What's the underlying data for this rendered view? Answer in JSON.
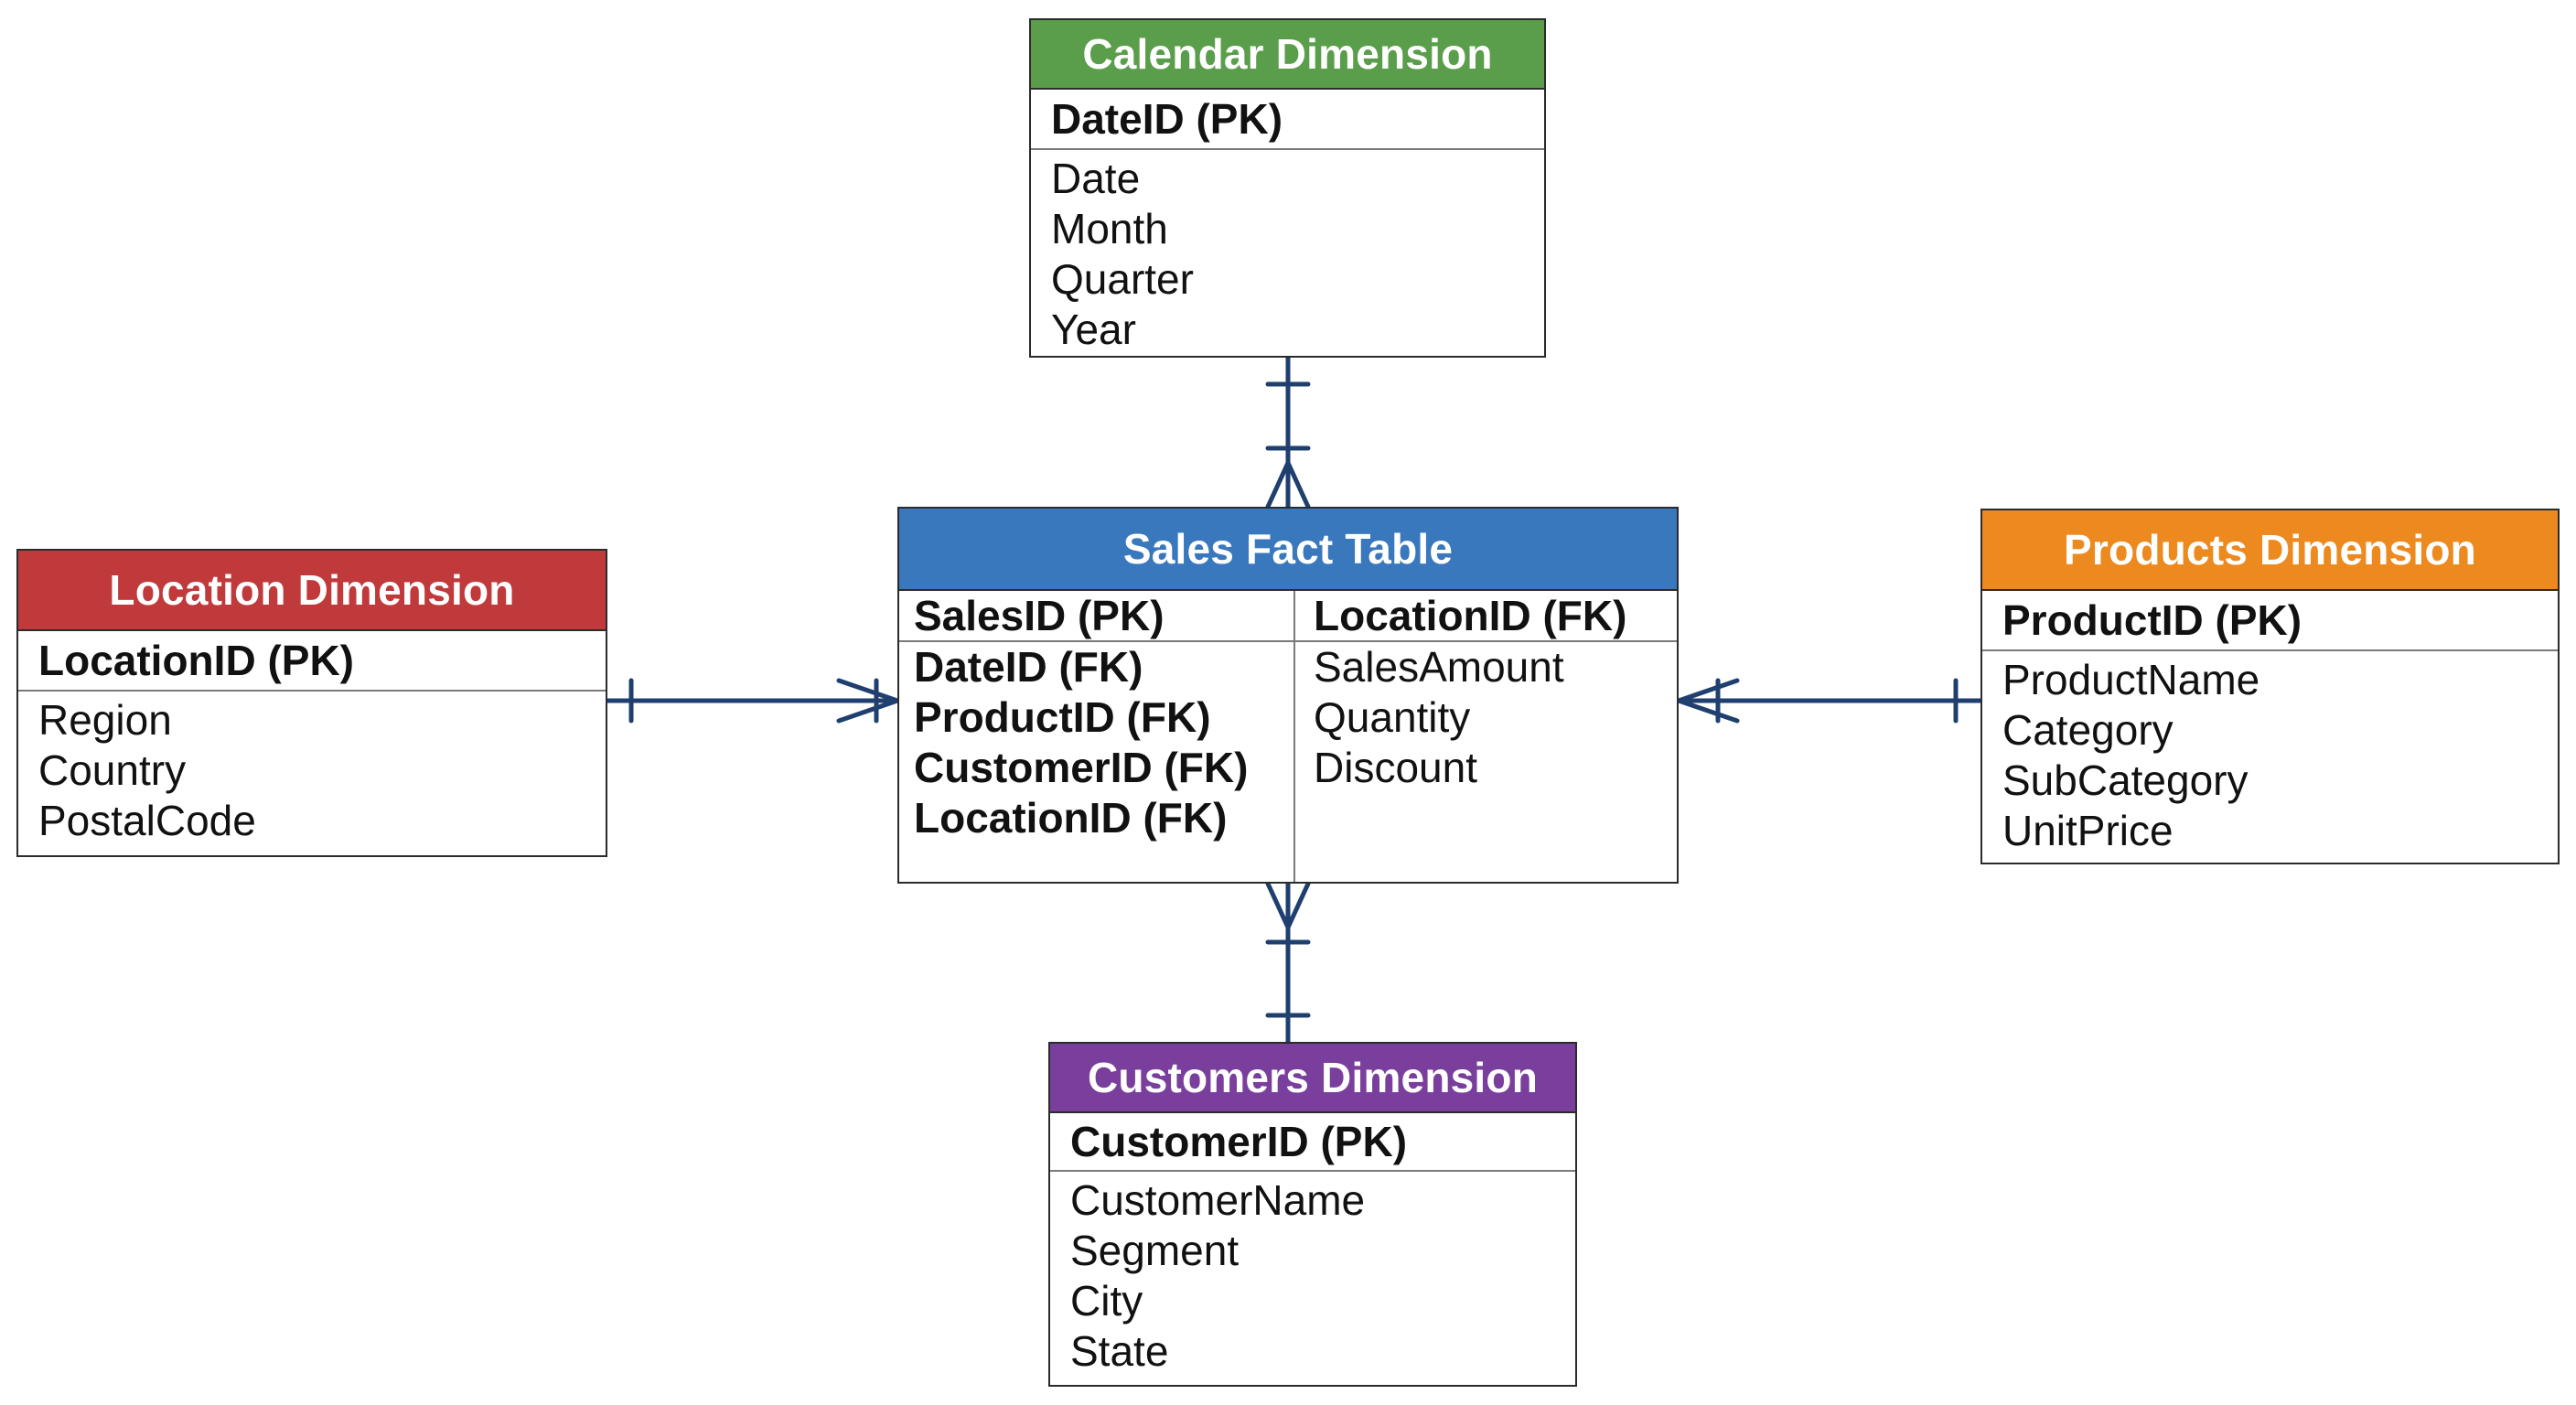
{
  "colors": {
    "calendar_header": "#5a9e4b",
    "location_header": "#c0393b",
    "fact_header": "#3a78be",
    "products_header": "#ec8a1f",
    "customers_header": "#7a3f9c",
    "connector": "#1f3f6f"
  },
  "calendar": {
    "title": "Calendar Dimension",
    "pk": "DateID (PK)",
    "attributes": [
      "Date",
      "Month",
      "Quarter",
      "Year"
    ]
  },
  "location": {
    "title": "Location Dimension",
    "pk": "LocationID (PK)",
    "attributes": [
      "Region",
      "Country",
      "PostalCode"
    ]
  },
  "fact": {
    "title": "Sales Fact Table",
    "left_col": {
      "first": "SalesID (PK)",
      "rest": [
        "DateID (FK)",
        "ProductID (FK)",
        "CustomerID (FK)",
        "LocationID (FK)"
      ]
    },
    "right_col": {
      "first": "LocationID (FK)",
      "rest": [
        "SalesAmount",
        "Quantity",
        "Discount"
      ]
    }
  },
  "products": {
    "title": "Products Dimension",
    "pk": "ProductID (PK)",
    "attributes": [
      "ProductName",
      "Category",
      "SubCategory",
      "UnitPrice"
    ]
  },
  "customers": {
    "title": "Customers Dimension",
    "pk": "CustomerID (PK)",
    "attributes": [
      "CustomerName",
      "Segment",
      "City",
      "State"
    ]
  }
}
